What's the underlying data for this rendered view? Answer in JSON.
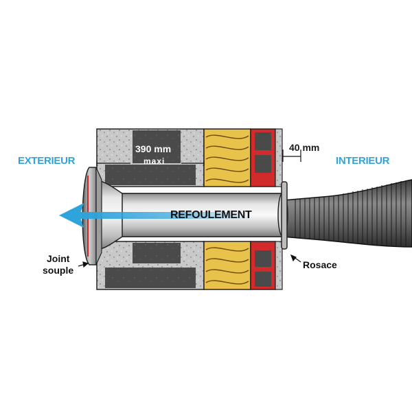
{
  "labels": {
    "outside": "EXTERIEUR",
    "inside": "INTERIEUR",
    "wall_thickness": "390 mm",
    "wall_thickness_note": "maxi",
    "inner_offset": "40 mm",
    "flow": "REFOULEMENT",
    "seal_line1": "Joint",
    "seal_line2": "souple",
    "rosette": "Rosace"
  },
  "colors": {
    "accent_blue": "#2ea3dc",
    "concrete": "#c9c9c9",
    "block_dark": "#4a4a4a",
    "insulation": "#e8c24a",
    "brick_red": "#d12b2b",
    "pipe_gray": "#b5b5b5"
  }
}
